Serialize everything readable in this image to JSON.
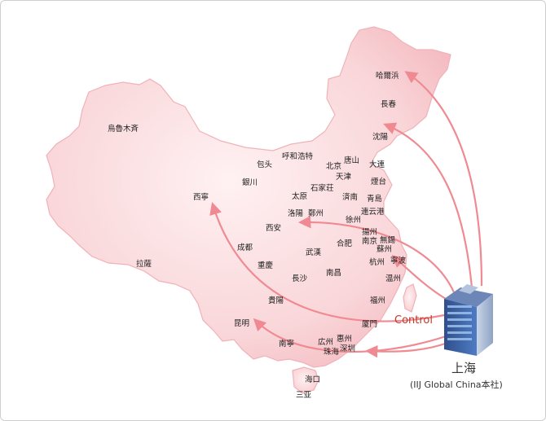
{
  "colors": {
    "land_fill": "#f9d3d6",
    "land_stroke": "#f3b9bf",
    "arrow": "#f08a92",
    "control_text": "#c0392b"
  },
  "map": {
    "cities": {
      "harbin": "哈爾浜",
      "changchun": "長春",
      "shenyang": "沈陽",
      "dalian": "大連",
      "tangshan": "唐山",
      "beijing": "北京",
      "tianjin": "天津",
      "yantai": "煙台",
      "urumqi": "烏魯木斉",
      "baotou": "包头",
      "hohhot": "呼和浩特",
      "yinchuan": "銀川",
      "shijiazhuang": "石家荘",
      "taiyuan": "太原",
      "jinan": "済南",
      "qingdao": "青島",
      "lianyungang": "連云港",
      "xining": "西寧",
      "luoyang": "洛陽",
      "zhengzhou": "鄭州",
      "xuzhou": "徐州",
      "xian": "西安",
      "yangzhou": "揚州",
      "nanjing": "南京",
      "wuxi": "無錫",
      "suzhou": "蘇州",
      "hefei": "合肥",
      "chengdu": "成都",
      "wuhan": "武漢",
      "hangzhou": "杭州",
      "ningbo": "寧波",
      "lhasa": "拉薩",
      "chongqing": "重慶",
      "changsha": "長沙",
      "nanchang": "南昌",
      "wenzhou": "温州",
      "fuzhou": "福州",
      "guiyang": "貴陽",
      "xiamen": "厦門",
      "kunming": "昆明",
      "nanning": "南寧",
      "guangzhou": "広州",
      "huizhou": "惠州",
      "zhuhai": "珠海",
      "shenzhen": "深圳",
      "haikou": "海口",
      "sanya": "三亚"
    },
    "control_label": "Control",
    "hq": {
      "name": "上海",
      "subtitle": "(IIJ Global China本社)"
    }
  }
}
